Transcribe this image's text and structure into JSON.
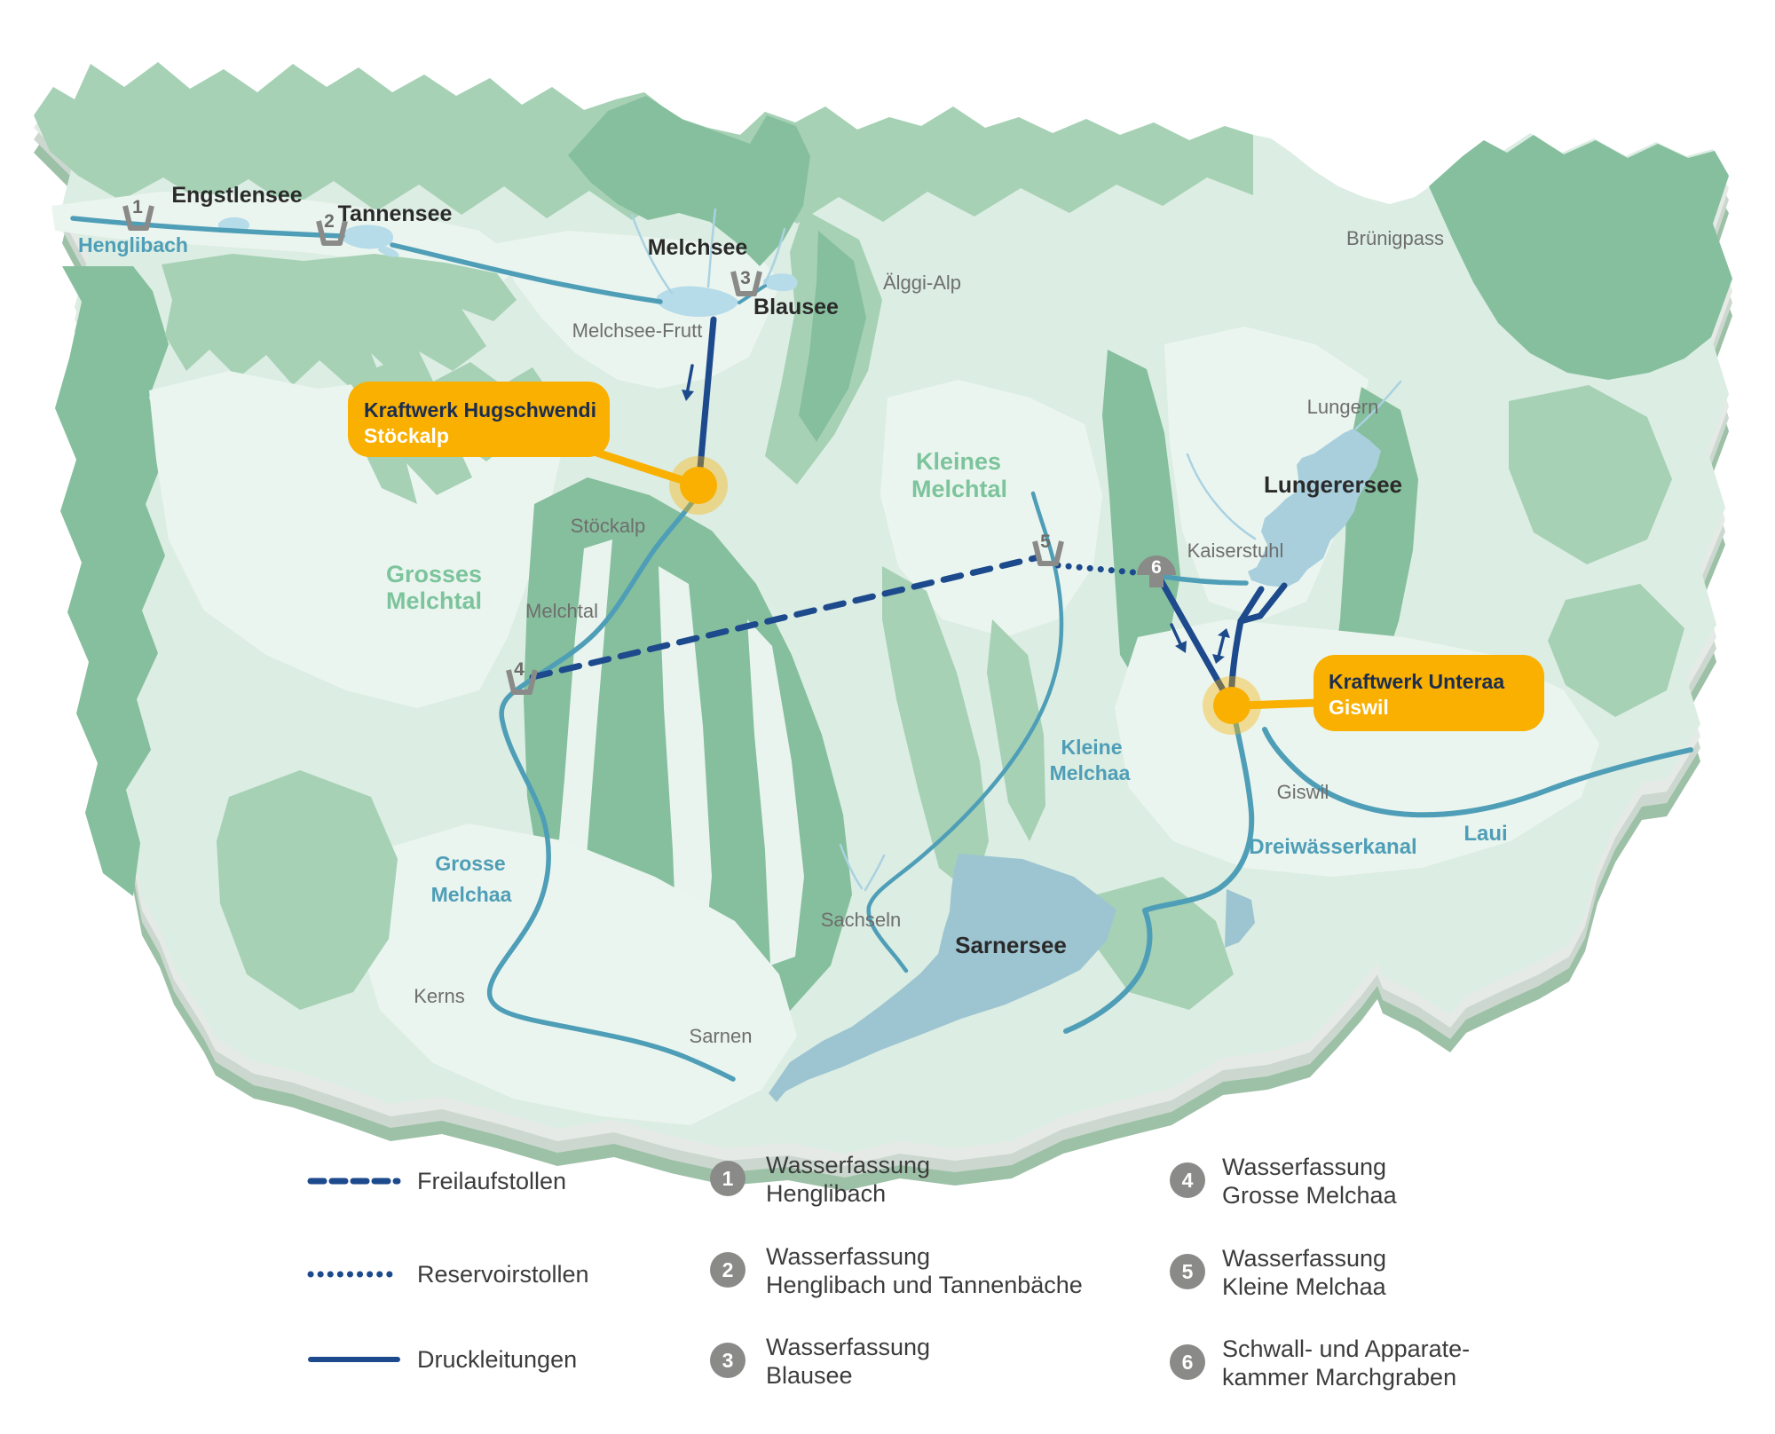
{
  "map": {
    "lake_labels": {
      "engstlensee": "Engstlensee",
      "tannensee": "Tannensee",
      "melchsee": "Melchsee",
      "blausee": "Blausee",
      "lungerersee": "Lungerersee",
      "sarnersee": "Sarnersee"
    },
    "place_labels": {
      "melchsee_frutt": "Melchsee-Frutt",
      "alggi_alp": "Älggi-Alp",
      "bruenigpass": "Brünigpass",
      "lungern": "Lungern",
      "kaiserstuhl": "Kaiserstuhl",
      "stoeckalp": "Stöckalp",
      "melchtal": "Melchtal",
      "giswil": "Giswil",
      "sachseln": "Sachseln",
      "kerns": "Kerns",
      "sarnen": "Sarnen"
    },
    "water_labels": {
      "henglibach": "Henglibach",
      "dreiwaesserkanal": "Dreiwässerkanal",
      "laui": "Laui",
      "kleine_melchaa": [
        "Kleine",
        "Melchaa"
      ],
      "grosse_melchaa": [
        "Grosse",
        "Melchaa"
      ]
    },
    "region_labels": {
      "grosses_melchtal": [
        "Grosses",
        "Melchtal"
      ],
      "kleines_melchtal": [
        "Kleines",
        "Melchtal"
      ]
    },
    "markers": {
      "m1": "1",
      "m2": "2",
      "m3": "3",
      "m4": "4",
      "m5": "5",
      "m6": "6"
    },
    "callouts": {
      "hugschwendi": {
        "title": "Kraftwerk Hugschwendi",
        "subtitle": "Stöckalp"
      },
      "unteraa": {
        "title": "Kraftwerk Unteraa",
        "subtitle": "Giswil"
      }
    }
  },
  "legend": {
    "line_types": [
      {
        "style": "dashed",
        "label": "Freilaufstollen"
      },
      {
        "style": "dotted",
        "label": "Reservoirstollen"
      },
      {
        "style": "solid",
        "label": "Druckleitungen"
      }
    ],
    "numbered_items": [
      {
        "num": "1",
        "line1": "Wasserfassung",
        "line2": "Henglibach"
      },
      {
        "num": "2",
        "line1": "Wasserfassung",
        "line2": "Henglibach und Tannenbäche"
      },
      {
        "num": "3",
        "line1": "Wasserfassung",
        "line2": "Blausee"
      },
      {
        "num": "4",
        "line1": "Wasserfassung",
        "line2": "Grosse Melchaa"
      },
      {
        "num": "5",
        "line1": "Wasserfassung",
        "line2": "Kleine Melchaa"
      },
      {
        "num": "6",
        "line1": "Schwall- und Apparate-",
        "line2": "kammer Marchgraben"
      }
    ]
  },
  "colors": {
    "accent_orange": "#f9b000",
    "line_navy": "#1d4a8c",
    "water_teal": "#4f9eb7",
    "marker_gray": "#8a8a88",
    "terrain_dark": "#86bf9d",
    "terrain_mid": "#a6d1b5",
    "terrain_base": "#dcede3"
  }
}
